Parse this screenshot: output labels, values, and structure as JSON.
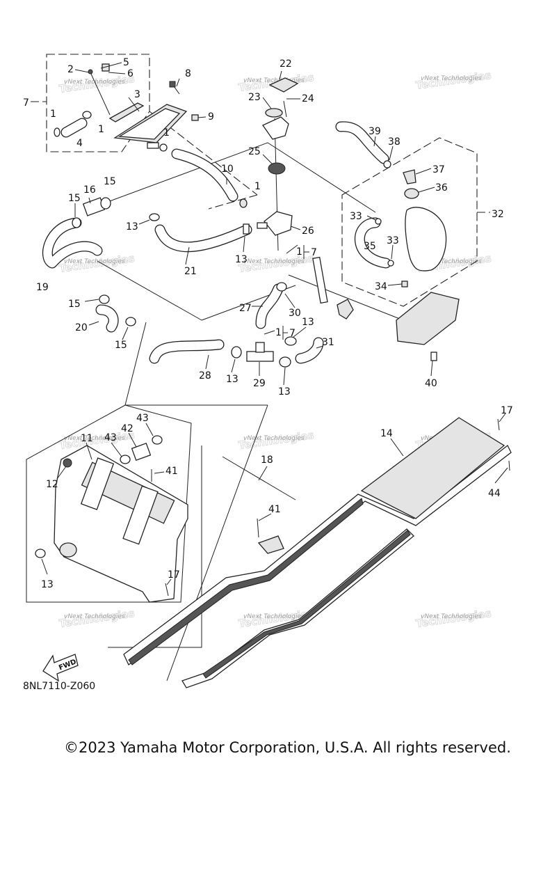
{
  "callouts": [
    "1",
    "2",
    "3",
    "4",
    "5",
    "6",
    "7",
    "8",
    "9",
    "10",
    "11",
    "12",
    "13",
    "14",
    "15",
    "16",
    "17",
    "18",
    "19",
    "20",
    "21",
    "22",
    "23",
    "24",
    "25",
    "26",
    "27",
    "28",
    "29",
    "30",
    "31",
    "32",
    "33",
    "34",
    "35",
    "36",
    "37",
    "38",
    "39",
    "40",
    "41",
    "42",
    "43",
    "44"
  ],
  "inline_refs": {
    "ref_a": "1",
    "ref_a_to": "7",
    "ref_b": "1",
    "ref_b_to": "7"
  },
  "fwd_label": "FWD",
  "diagram_code": "8NL7110-Z060",
  "watermark": {
    "line1": "vNext Technologies",
    "line2": "Technologies"
  },
  "copyright": "©2023 Yamaha Motor Corporation, U.S.A. All rights reserved."
}
